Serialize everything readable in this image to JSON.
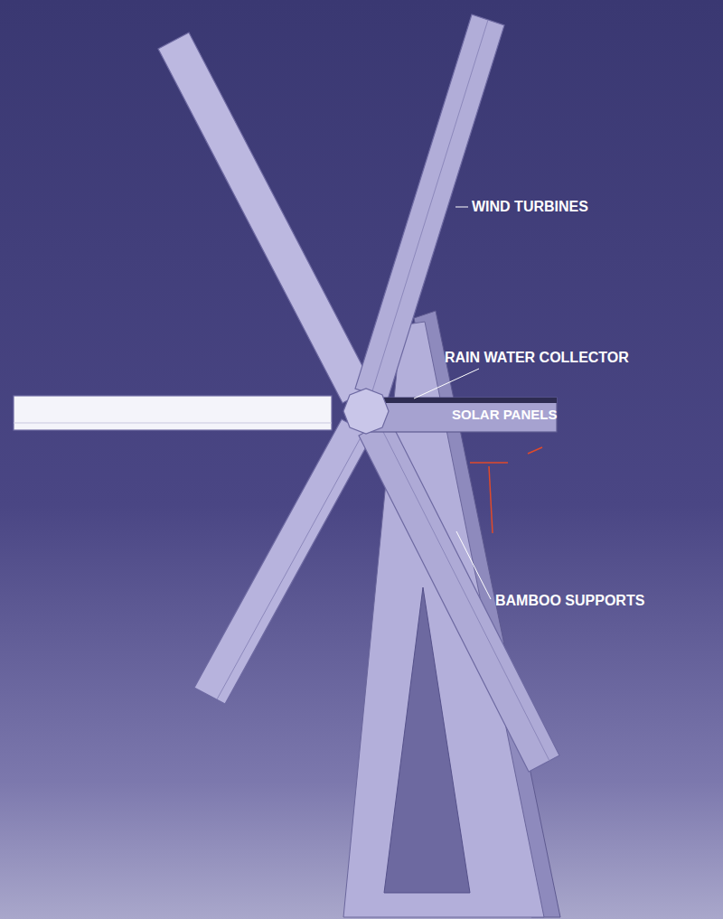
{
  "diagram": {
    "labels": [
      "WIND TURBINES",
      "RAIN WATER COLLECTOR",
      "SOLAR PANELS",
      "BAMBOO SUPPORTS"
    ]
  }
}
